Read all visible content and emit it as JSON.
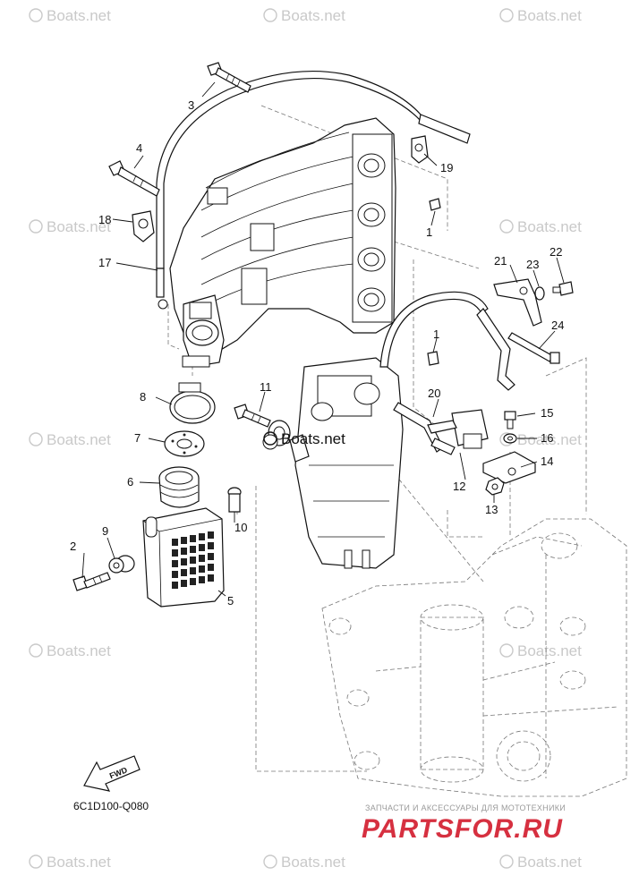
{
  "watermark_text": "Boats.net",
  "center_watermark_text": "Boats.net",
  "diagram_code": "6C1D100-Q080",
  "fwd_label": "FWD",
  "site_tagline": "ЗАПЧАСТИ И АКСЕССУАРЫ ДЛЯ МОТОТЕХНИКИ",
  "site_logo": "PARTSFOR.RU",
  "callouts": [
    "1",
    "1",
    "2",
    "3",
    "4",
    "5",
    "6",
    "7",
    "8",
    "9",
    "10",
    "11",
    "12",
    "13",
    "14",
    "15",
    "16",
    "17",
    "18",
    "19",
    "20",
    "21",
    "22",
    "23",
    "24"
  ]
}
